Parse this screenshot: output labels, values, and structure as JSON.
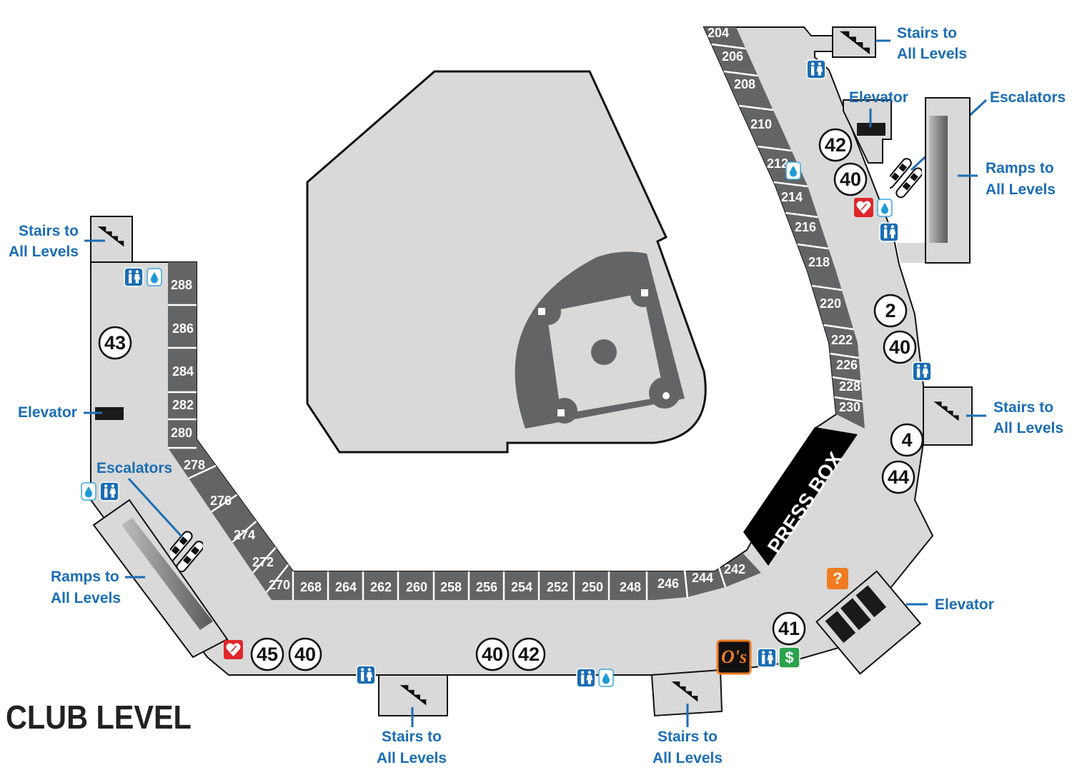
{
  "title": "CLUB LEVEL",
  "press_box": "PRESS BOX",
  "labels": {
    "stairs_line1": "Stairs to",
    "stairs_line2": "All Levels",
    "ramps_line1": "Ramps to",
    "ramps_line2": "All Levels",
    "elevator": "Elevator",
    "escalators": "Escalators"
  },
  "sections": [
    "204",
    "206",
    "208",
    "210",
    "212",
    "214",
    "216",
    "218",
    "220",
    "222",
    "226",
    "228",
    "230",
    "242",
    "244",
    "246",
    "248",
    "250",
    "252",
    "254",
    "256",
    "258",
    "260",
    "262",
    "264",
    "268",
    "270",
    "272",
    "274",
    "276",
    "278",
    "280",
    "282",
    "284",
    "286",
    "288"
  ],
  "concession_numbers": [
    "42",
    "40",
    "2",
    "40",
    "4",
    "44",
    "41",
    "43",
    "45",
    "40",
    "40",
    "42"
  ],
  "icons": {
    "restroom": "restroom-icon",
    "water": "water-fountain-icon",
    "aed": "aed-icon",
    "info": "?",
    "atm": "$",
    "team_logo": "O's"
  },
  "colors": {
    "label_blue": "#1b6db3",
    "section_gray": "#636466",
    "concourse_gray": "#d9d9d9",
    "aed_red": "#e0262b",
    "info_orange": "#ef7c22",
    "atm_green": "#2ba24c"
  }
}
